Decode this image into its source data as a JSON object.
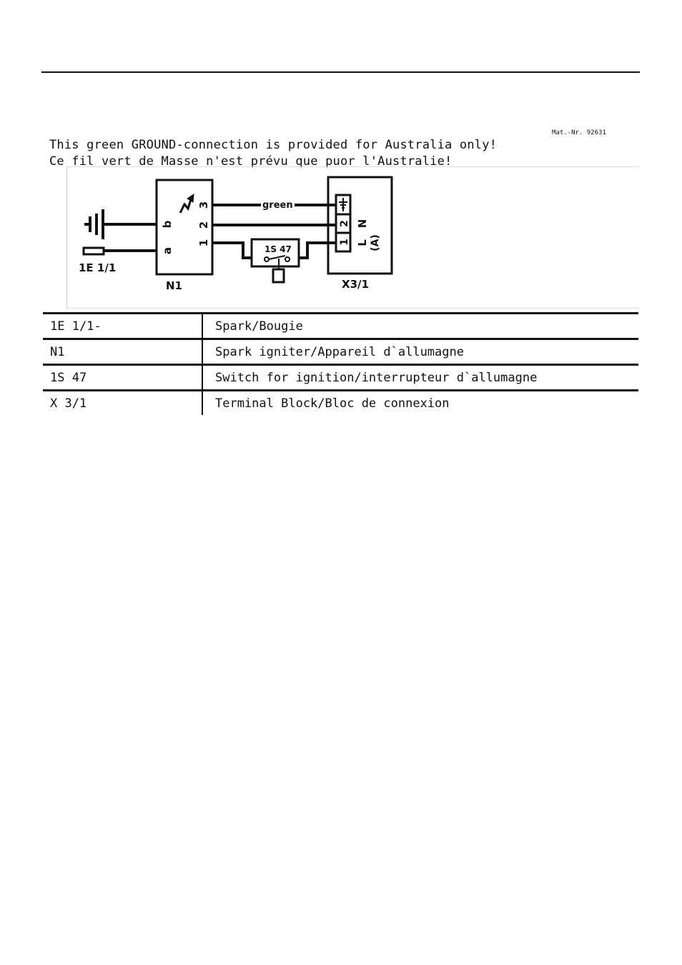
{
  "header": {
    "mat_nr": "Mat.-Nr. 92631"
  },
  "notice": {
    "english": "This green GROUND-connection is provided for Australia only!",
    "french": "Ce fil vert de Masse n'est prévu que puor l'Australie!"
  },
  "diagram": {
    "spark_label": "1E 1/1",
    "igniter": {
      "label": "N1",
      "input_pins": [
        "b",
        "a"
      ],
      "output_pins": [
        "3",
        "2",
        "1"
      ]
    },
    "wire_label": "green",
    "switch_label": "1S 47",
    "terminal_block": {
      "label": "X3/1",
      "pins": [
        "⏚",
        "2",
        "1"
      ],
      "side_labels": [
        "N",
        "L",
        "(A)"
      ]
    }
  },
  "legend": [
    {
      "code": "1E 1/1-",
      "description": "Spark/Bougie"
    },
    {
      "code": "N1",
      "description": "Spark igniter/Appareil d`allumagne"
    },
    {
      "code": "1S 47",
      "description": "Switch for ignition/interrupteur d`allumagne"
    },
    {
      "code": "X 3/1",
      "description": "Terminal Block/Bloc de connexion"
    }
  ]
}
